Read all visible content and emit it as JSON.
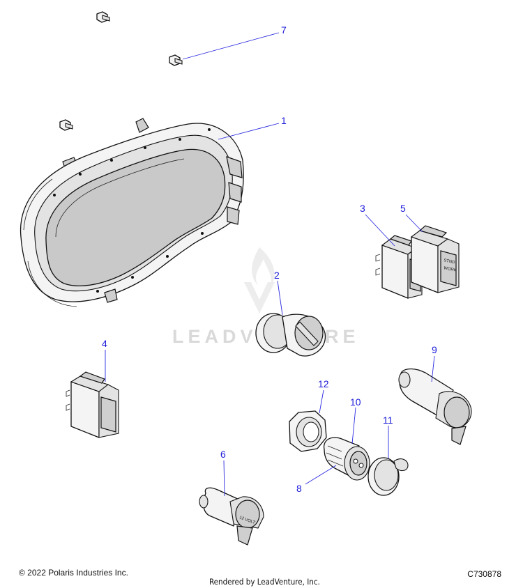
{
  "watermark": "LEADVENTURE",
  "callouts": {
    "c1": "1",
    "c2": "2",
    "c3": "3",
    "c4": "4",
    "c5": "5",
    "c6": "6",
    "c7": "7",
    "c8": "8",
    "c9": "9",
    "c10": "10",
    "c11": "11",
    "c12": "12"
  },
  "part_labels": {
    "switch5_line1": "STND",
    "switch5_line2": "WORK",
    "outlet6": "12 VOLT"
  },
  "footer": {
    "copyright": "© 2022 Polaris Industries Inc.",
    "figure_code": "C730878",
    "rendered_by": "Rendered by LeadVenture, Inc."
  },
  "colors": {
    "callout": "#1a1adb",
    "watermark": "#d9d9d9"
  }
}
